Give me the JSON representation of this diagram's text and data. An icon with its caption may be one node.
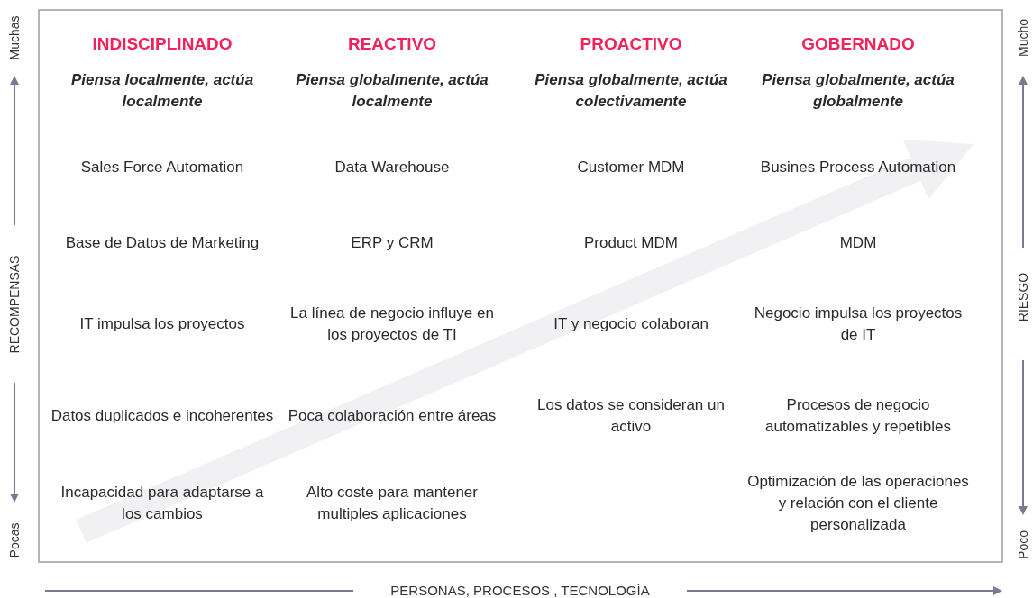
{
  "diagram": {
    "labels": [
      "INDISCIPLINADO",
      "REACTIVO",
      "PROACTIVO",
      "GOBERNADO",
      "Piensa localmente, actúa localmente",
      "Piensa globalmente, actúa localmente",
      "Piensa globalmente, actúa colectivamente",
      "Piensa globalmente, actúa globalmente",
      "Sales Force Automation",
      "Data Warehouse",
      "Customer MDM",
      "Busines Process Automation",
      "Base de Datos de Marketing",
      "ERP y CRM",
      "Product MDM",
      "MDM",
      "IT impulsa los proyectos",
      "La línea de negocio influye en los proyectos de TI",
      "IT y negocio colaboran",
      "Negocio impulsa los proyectos de IT",
      "Datos duplicados e incoherentes",
      "Poca colaboración entre áreas",
      "Los datos se consideran un activo",
      "Procesos de negocio automatizables y repetibles",
      "Incapacidad para adaptarse a los cambios",
      "Alto coste para mantener multiples aplicaciones",
      "Optimización de las operaciones y relación con el cliente personalizada",
      "Muchas",
      "RECOMPENSAS",
      "Pocas",
      "Mucho",
      "RIESGO",
      "Poco",
      "PERSONAS, PROCESOS , TECNOLOGÍA"
    ]
  }
}
